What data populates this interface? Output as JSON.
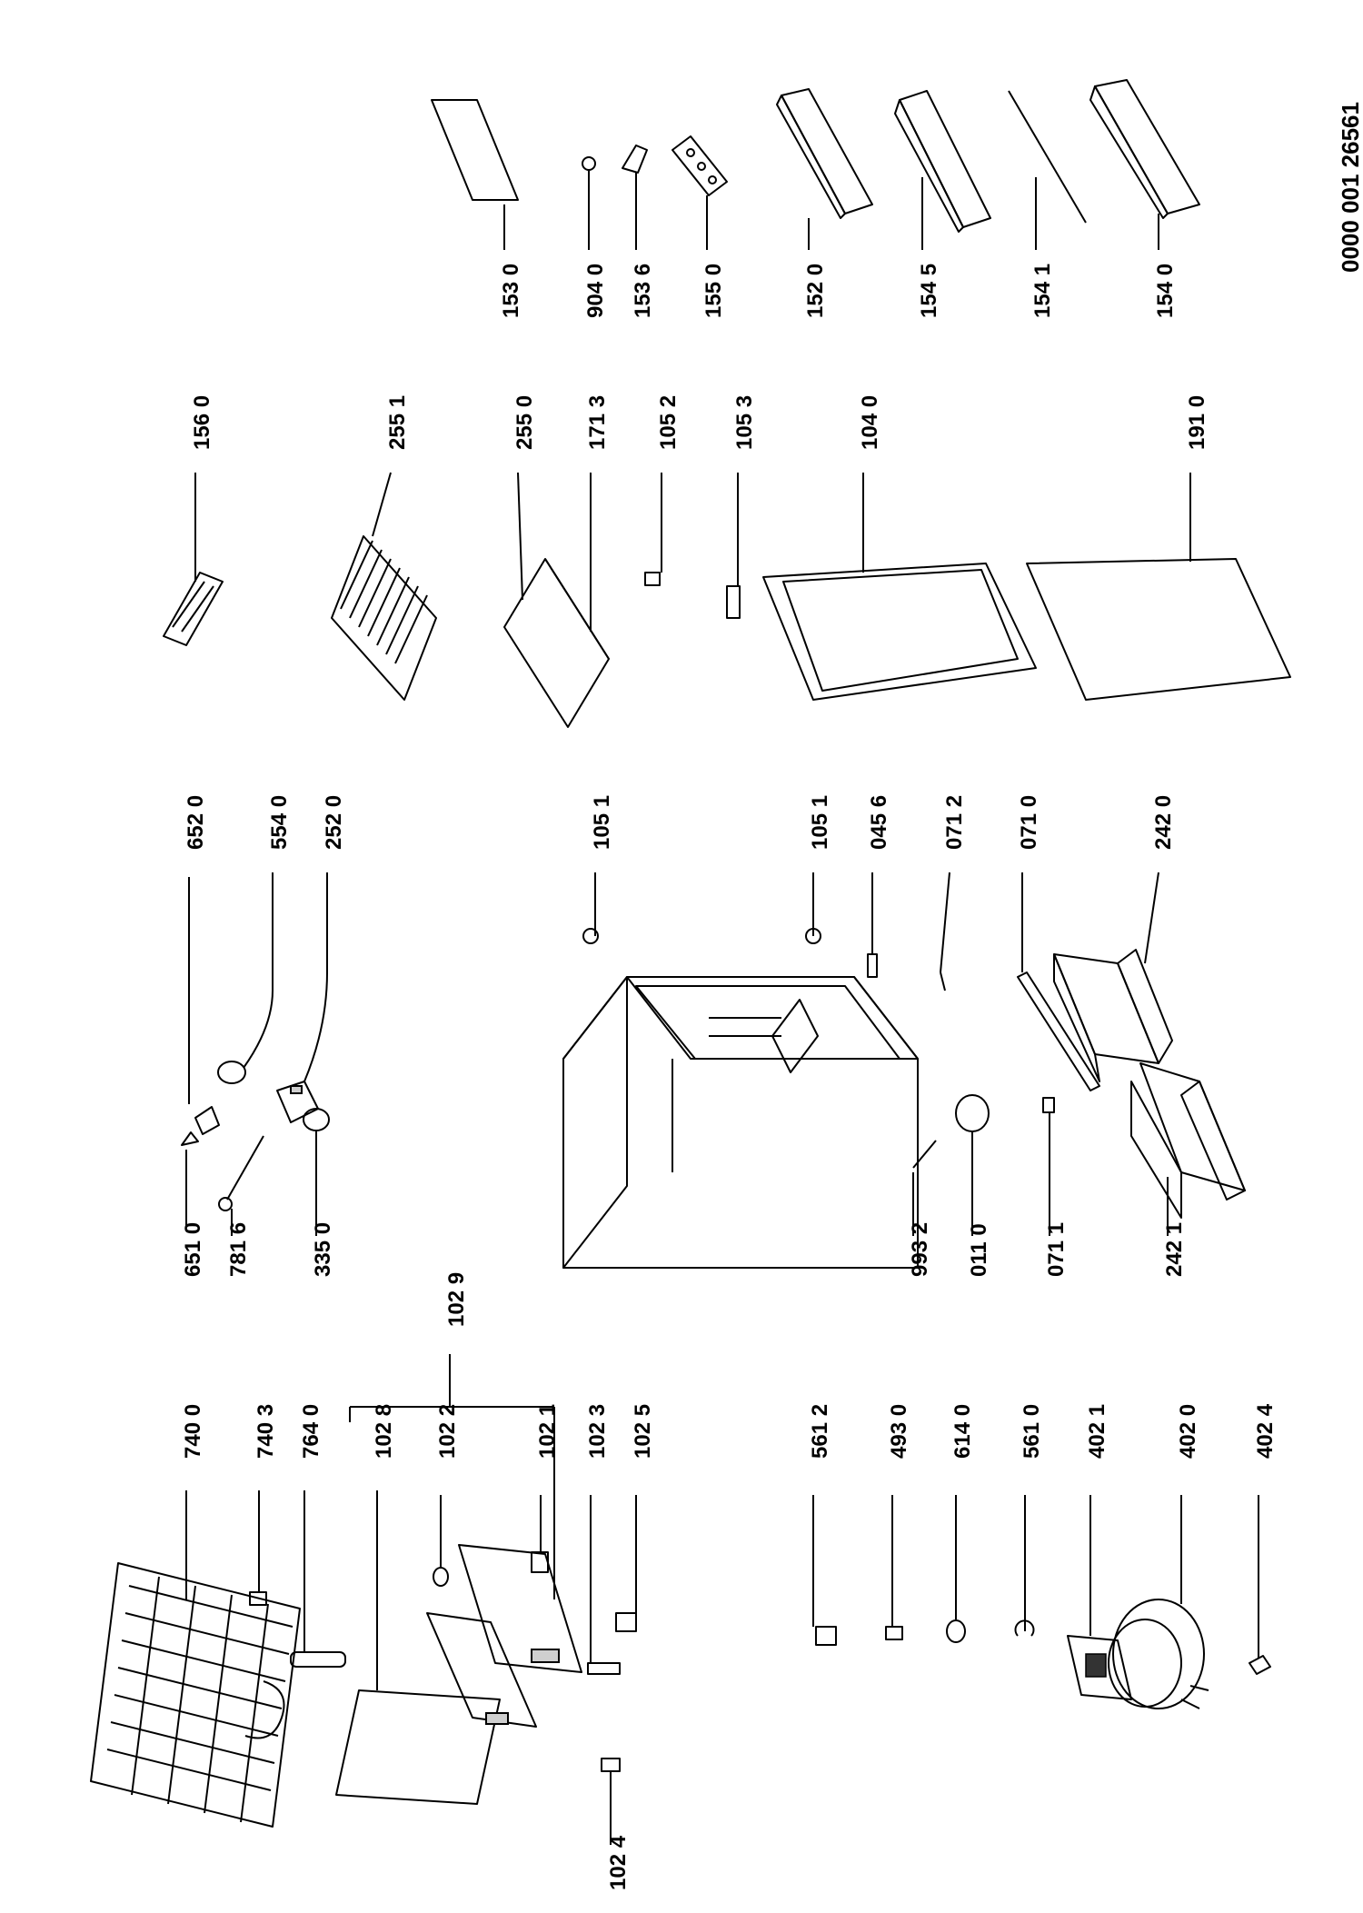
{
  "document_number": "0000 001 26561",
  "labels": {
    "p7400": "740 0",
    "p7403": "740 3",
    "p7640": "764 0",
    "p1028": "102 8",
    "p1022": "102 2",
    "p1021": "102 1",
    "p1023": "102 3",
    "p1025": "102 5",
    "p1029": "102 9",
    "p1024": "102 4",
    "p6510": "651 0",
    "p7816": "781 6",
    "p3350": "335 0",
    "p6520": "652 0",
    "p5540": "554 0",
    "p2520": "252 0",
    "p5612": "561 2",
    "p4930": "493 0",
    "p6140": "614 0",
    "p5610": "561 0",
    "p4021": "402 1",
    "p4020": "402 0",
    "p4024": "402 4",
    "p9932": "993 2",
    "p0110": "011 0",
    "p0711": "071 1",
    "p2421": "242 1",
    "p1051a": "105 1",
    "p1051b": "105 1",
    "p0456": "045 6",
    "p0712": "071 2",
    "p0710": "071 0",
    "p2420": "242 0",
    "p1560": "156 0",
    "p2551": "255 1",
    "p2550": "255 0",
    "p1713": "171 3",
    "p1052": "105 2",
    "p1053": "105 3",
    "p1040": "104 0",
    "p1910": "191 0",
    "p1530": "153 0",
    "p9040": "904 0",
    "p1536": "153 6",
    "p1550": "155 0",
    "p1520": "152 0",
    "p1545": "154 5",
    "p1541": "154 1",
    "p1540": "154 0"
  }
}
